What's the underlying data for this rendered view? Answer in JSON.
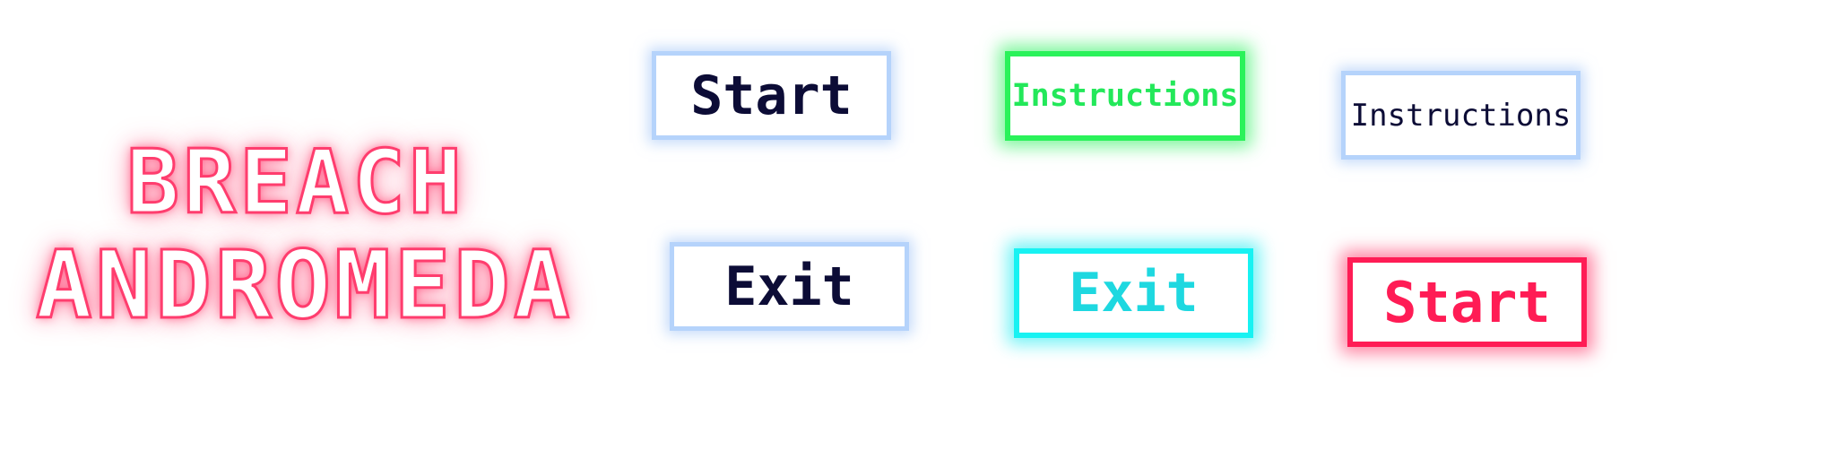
{
  "title": {
    "line1": "BREACH",
    "line2": "ANDROMEDA"
  },
  "buttons": {
    "start_normal": "Start",
    "instructions_hover": "Instructions",
    "instructions_normal": "Instructions",
    "exit_normal": "Exit",
    "exit_hover": "Exit",
    "start_pressed": "Start"
  },
  "colors": {
    "title": "#ff3d6e",
    "normal_border": "#b5d3fb",
    "normal_text": "#0c0c36",
    "instructions_hover": "#2af25a",
    "exit_hover": "#17f2f2",
    "start_pressed": "#ff1c55"
  }
}
